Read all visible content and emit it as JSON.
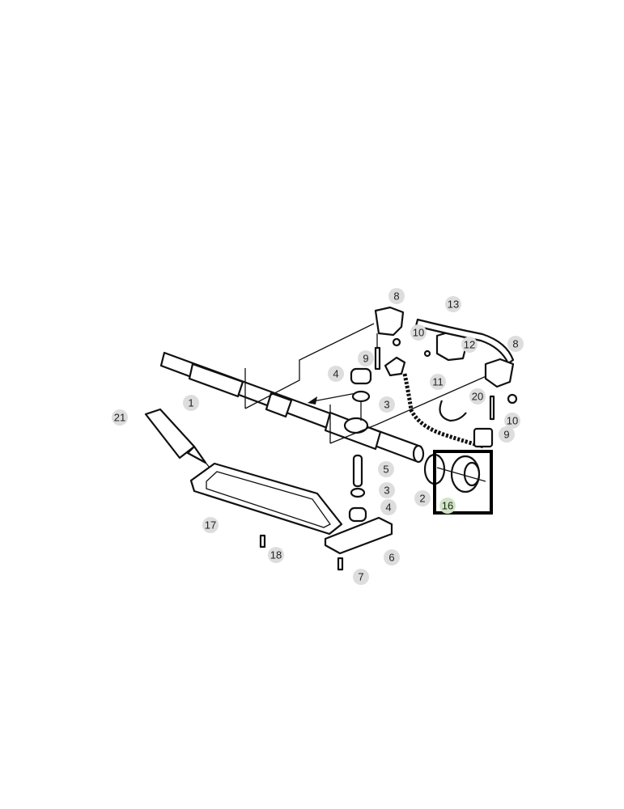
{
  "diagram": {
    "highlighted_part": "16",
    "highlight_color": "#cfe6c4",
    "callouts": [
      "1",
      "2",
      "3",
      "3",
      "4",
      "4",
      "5",
      "6",
      "7",
      "8",
      "8",
      "9",
      "9",
      "10",
      "10",
      "11",
      "12",
      "13",
      "16",
      "17",
      "18",
      "20",
      "21"
    ]
  }
}
